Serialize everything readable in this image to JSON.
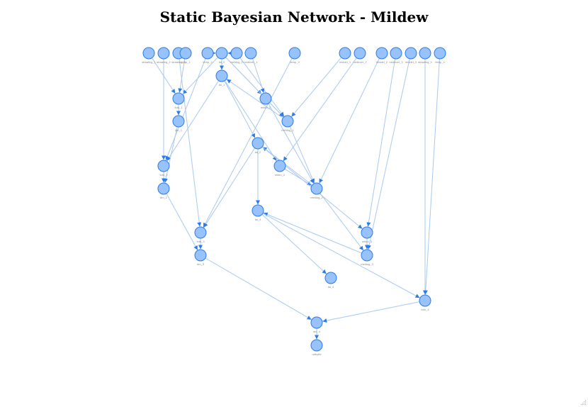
{
  "title": "Static Bayesian Network - Mildew",
  "colors": {
    "node_fill": "#97c2fc",
    "node_border": "#2b7ce9",
    "edge": "#a9c9ef"
  },
  "nodes": [
    {
      "id": "dm_1",
      "label": "dm_1"
    },
    {
      "id": "foto_1",
      "label": "foto_1"
    },
    {
      "id": "lai_0",
      "label": "lai_0"
    },
    {
      "id": "lai_1",
      "label": "lai_1"
    },
    {
      "id": "middel_1",
      "label": "middel_1"
    },
    {
      "id": "mikro_1",
      "label": "mikro_1"
    },
    {
      "id": "meldug_1",
      "label": "meldug_1"
    },
    {
      "id": "meldug_2",
      "label": "meldug_2"
    },
    {
      "id": "meldug_3",
      "label": "meldug_3"
    },
    {
      "id": "meldug_4",
      "label": "meldug_4"
    },
    {
      "id": "lai_2",
      "label": "lai_2"
    },
    {
      "id": "lai_3",
      "label": "lai_3"
    },
    {
      "id": "lai_4",
      "label": "lai_4"
    },
    {
      "id": "mikro_2",
      "label": "mikro_2"
    },
    {
      "id": "mikro_3",
      "label": "mikro_3"
    },
    {
      "id": "foto_2",
      "label": "foto_2"
    },
    {
      "id": "foto_3",
      "label": "foto_3"
    },
    {
      "id": "foto_4",
      "label": "foto_4"
    },
    {
      "id": "dm_2",
      "label": "dm_2"
    },
    {
      "id": "dm_3",
      "label": "dm_3"
    },
    {
      "id": "dm_4",
      "label": "dm_4"
    },
    {
      "id": "udbytte",
      "label": "udbytte"
    },
    {
      "id": "straaling_1",
      "label": "straaling_1"
    },
    {
      "id": "straaling_2",
      "label": "straaling_2"
    },
    {
      "id": "straaling_3",
      "label": "straaling_3"
    },
    {
      "id": "straaling_4",
      "label": "straaling_4"
    },
    {
      "id": "temp_1",
      "label": "temp_1"
    },
    {
      "id": "temp_2",
      "label": "temp_2"
    },
    {
      "id": "temp_3",
      "label": "temp_3"
    },
    {
      "id": "temp_4",
      "label": "temp_4"
    },
    {
      "id": "nedboer_1",
      "label": "nedboer_1"
    },
    {
      "id": "nedboer_2",
      "label": "nedboer_2"
    },
    {
      "id": "nedboer_3",
      "label": "nedboer_3"
    },
    {
      "id": "middel_2",
      "label": "middel_2"
    },
    {
      "id": "middel_3",
      "label": "middel_3"
    },
    {
      "id": "meldug_0",
      "label": "meldug_0"
    }
  ],
  "edges": [
    [
      "straaling_1",
      "foto_1"
    ],
    [
      "temp_1",
      "foto_1"
    ],
    [
      "lai_0",
      "foto_1"
    ],
    [
      "foto_1",
      "dm_1"
    ],
    [
      "lai_0",
      "lai_1"
    ],
    [
      "lai_0",
      "mikro_1"
    ],
    [
      "lai_0",
      "meldug_1"
    ],
    [
      "meldug_0",
      "lai_0"
    ],
    [
      "meldug_0",
      "meldug_1"
    ],
    [
      "temp_2",
      "lai_0"
    ],
    [
      "nedboer_1",
      "mikro_1"
    ],
    [
      "mikro_1",
      "meldug_1"
    ],
    [
      "middel_1",
      "meldug_1"
    ],
    [
      "meldug_1",
      "lai_1"
    ],
    [
      "meldug_1",
      "meldug_2"
    ],
    [
      "lai_1",
      "foto_2"
    ],
    [
      "lai_1",
      "lai_2"
    ],
    [
      "lai_1",
      "mikro_2"
    ],
    [
      "mikro_1",
      "meldug_2"
    ],
    [
      "straaling_2",
      "foto_2"
    ],
    [
      "temp_2",
      "foto_2"
    ],
    [
      "foto_2",
      "dm_2"
    ],
    [
      "dm_1",
      "dm_2"
    ],
    [
      "nedboer_2",
      "mikro_2"
    ],
    [
      "mikro_2",
      "meldug_2"
    ],
    [
      "middel_2",
      "meldug_2"
    ],
    [
      "meldug_2",
      "lai_2"
    ],
    [
      "meldug_2",
      "meldug_3"
    ],
    [
      "lai_2",
      "foto_3"
    ],
    [
      "lai_2",
      "lai_3"
    ],
    [
      "lai_2",
      "mikro_3"
    ],
    [
      "straaling_3",
      "foto_3"
    ],
    [
      "temp_3",
      "foto_3"
    ],
    [
      "foto_3",
      "dm_3"
    ],
    [
      "dm_2",
      "dm_3"
    ],
    [
      "nedboer_3",
      "mikro_3"
    ],
    [
      "middel_3",
      "meldug_3"
    ],
    [
      "mikro_3",
      "meldug_3"
    ],
    [
      "meldug_3",
      "lai_3"
    ],
    [
      "lai_3",
      "foto_4"
    ],
    [
      "lai_3",
      "lai_4"
    ],
    [
      "straaling_4",
      "foto_4"
    ],
    [
      "temp_4",
      "foto_4"
    ],
    [
      "foto_4",
      "dm_4"
    ],
    [
      "dm_3",
      "dm_4"
    ],
    [
      "dm_4",
      "udbytte"
    ]
  ]
}
